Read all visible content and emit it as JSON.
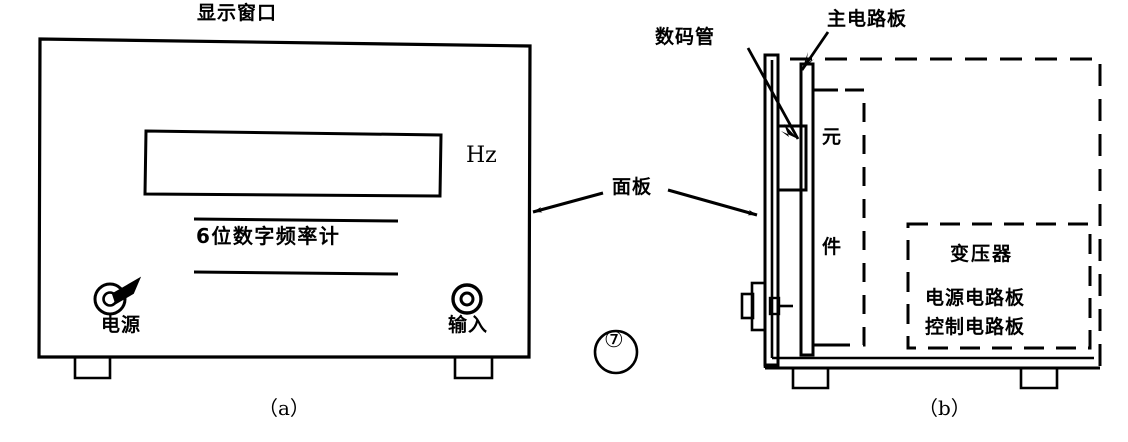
{
  "figure": {
    "number": "⑦",
    "views": [
      {
        "caption": "（a）",
        "name": "front-panel-view"
      },
      {
        "caption": "（b）",
        "name": "side-section-view"
      }
    ]
  },
  "front_view": {
    "display_window_label": "显示窗口",
    "unit_label": "Hz",
    "model_label": "6位数字频率计",
    "power_label": "电源",
    "power_icon": "rotary-knob-icon",
    "input_label": "输入",
    "input_icon": "bnc-jack-icon",
    "caption": "（a）"
  },
  "side_view": {
    "panel_label": "面板",
    "digit_tube_label": "数码管",
    "main_board_label": "主电路板",
    "components_label_chars": [
      "元",
      "件"
    ],
    "components_label": "元件",
    "transformer_label": "变压器",
    "power_board_label": "电源电路板",
    "control_board_label": "控制电路板",
    "caption": "（b）"
  },
  "colors": {
    "ink": "#000000",
    "paper": "#ffffff"
  }
}
